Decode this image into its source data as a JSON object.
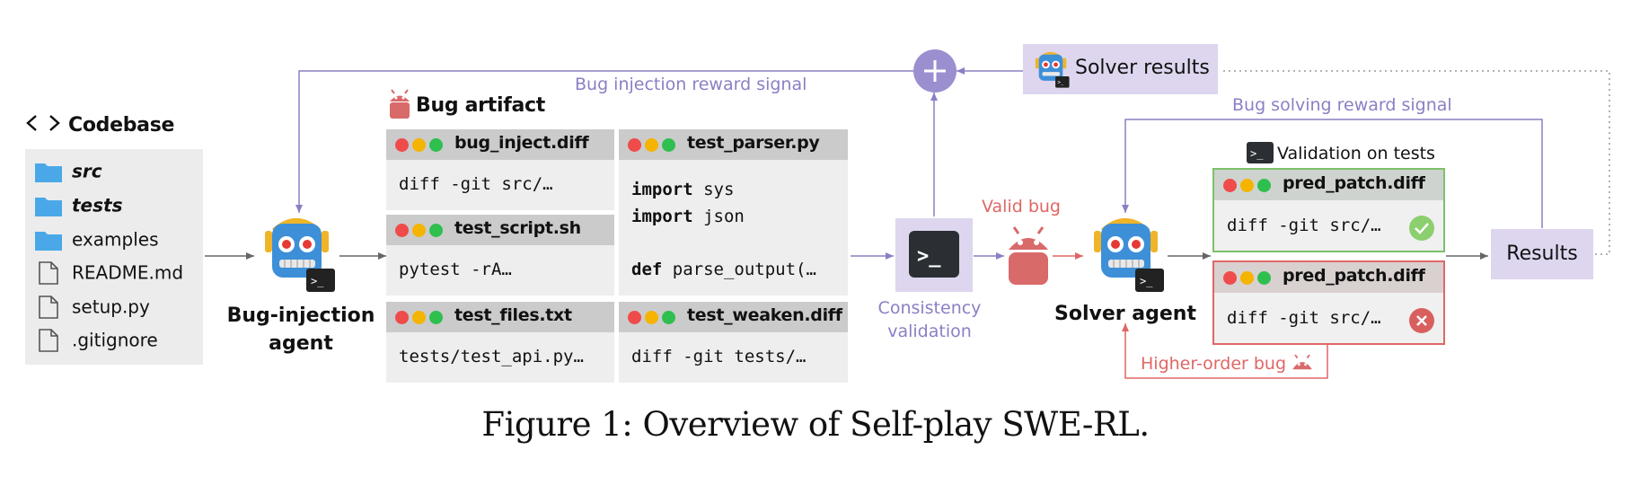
{
  "codebase": {
    "title": "Codebase",
    "items": [
      {
        "type": "folder",
        "name": "src"
      },
      {
        "type": "folder",
        "name": "tests"
      },
      {
        "type": "folder",
        "name": "examples"
      },
      {
        "type": "file",
        "name": "README.md"
      },
      {
        "type": "file",
        "name": "setup.py"
      },
      {
        "type": "file",
        "name": ".gitignore"
      }
    ]
  },
  "agents": {
    "bug_injection": "Bug-injection\nagent",
    "solver": "Solver agent"
  },
  "bug_artifact": {
    "title": "Bug artifact",
    "cards": [
      {
        "file": "bug_inject.diff",
        "lines": [
          "diff -git src/…"
        ]
      },
      {
        "file": "test_script.sh",
        "lines": [
          "pytest -rA…"
        ]
      },
      {
        "file": "test_files.txt",
        "lines": [
          "tests/test_api.py…"
        ]
      },
      {
        "file": "test_parser.py",
        "lines": [
          "import sys",
          "import json",
          "",
          "def parse_output(…"
        ]
      },
      {
        "file": "test_weaken.diff",
        "lines": [
          "diff -git tests/…"
        ]
      }
    ]
  },
  "flow": {
    "consistency_validation": "Consistency\nvalidation",
    "valid_bug": "Valid bug",
    "bug_injection_reward": "Bug injection reward signal",
    "bug_solving_reward": "Bug solving reward signal",
    "solver_results": "Solver results",
    "validation_on_tests": "Validation on tests",
    "results": "Results",
    "higher_order_bug": "Higher-order bug"
  },
  "patches": [
    {
      "file": "pred_patch.diff",
      "code": "diff -git src/…",
      "status": "pass"
    },
    {
      "file": "pred_patch.diff",
      "code": "diff -git src/…",
      "status": "fail"
    }
  ],
  "caption": "Figure 1: Overview of Self-play SWE-RL.",
  "colors": {
    "purple": "#8b7fc4",
    "purple_fill": "#ddd6ee",
    "red": "#e06666",
    "green": "#7cc16a",
    "robot_blue": "#3d8fd8",
    "android_red": "#d96a6a"
  }
}
